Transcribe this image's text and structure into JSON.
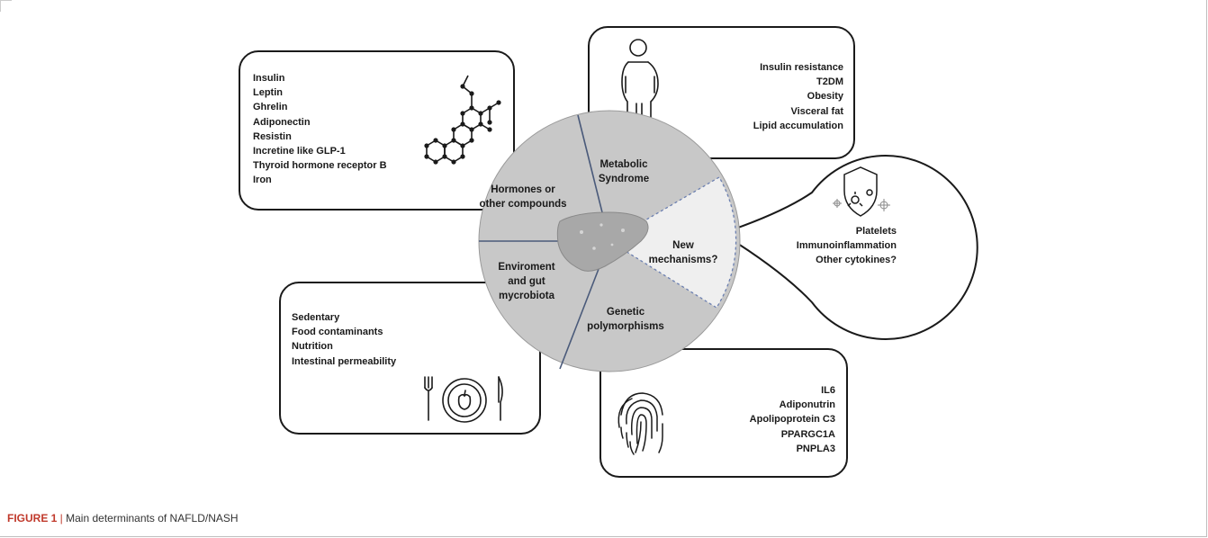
{
  "hormones": {
    "items": [
      "Insulin",
      "Leptin",
      "Ghrelin",
      "Adiponectin",
      "Resistin",
      "Incretine like GLP-1",
      "Thyroid hormone receptor B",
      "Iron"
    ]
  },
  "metabolic": {
    "items": [
      "Insulin resistance",
      "T2DM",
      "Obesity",
      "Visceral fat",
      "Lipid accumulation"
    ]
  },
  "new_mechanisms": {
    "items": [
      "Platelets",
      "Immunoinflammation",
      "Other cytokines?"
    ]
  },
  "environment": {
    "items": [
      "Sedentary",
      "Food contaminants",
      "Nutrition",
      "Intestinal permeability"
    ]
  },
  "genetic": {
    "items": [
      "IL6",
      "Adiponutrin",
      "Apolipoprotein C3",
      "PPARGC1A",
      "PNPLA3"
    ]
  },
  "wheel": {
    "hormones_l1": "Hormones or",
    "hormones_l2": "other compounds",
    "metabolic_l1": "Metabolic",
    "metabolic_l2": "Syndrome",
    "new_l1": "New",
    "new_l2": "mechanisms?",
    "env_l1": "Enviroment",
    "env_l2": "and gut",
    "env_l3": "mycrobiota",
    "gen_l1": "Genetic",
    "gen_l2": "polymorphisms"
  },
  "caption": {
    "figure": "FIGURE 1",
    "separator": " | ",
    "text": "Main determinants of NAFLD/NASH"
  },
  "colors": {
    "wheel_fill": "#c8c8c8",
    "new_segment_fill": "#efefef",
    "divider": "#4a5a7a",
    "dashed": "#6b7fb0",
    "liver": "#a8a8a8",
    "caption_accent": "#c0392b"
  },
  "icons": [
    "molecule-icon",
    "person-icon",
    "virus-shield-icon",
    "plate-cutlery-icon",
    "fingerprint-icon",
    "liver-icon"
  ]
}
